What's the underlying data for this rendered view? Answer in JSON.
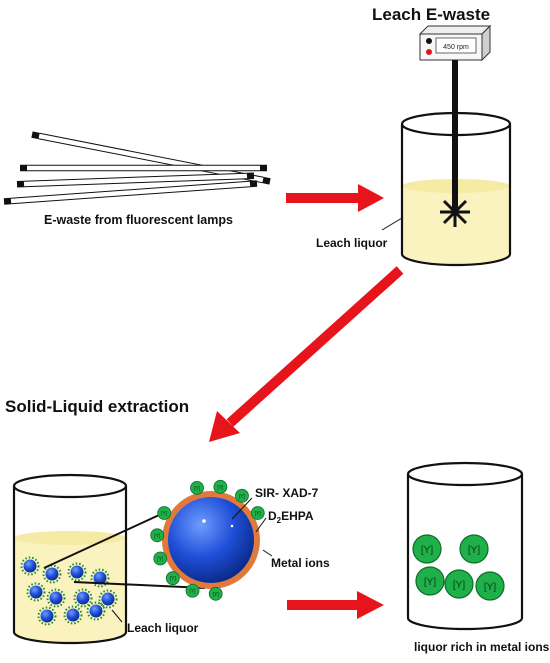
{
  "titles": {
    "leach": "Leach E-waste",
    "solid_liquid": "Solid-Liquid extraction"
  },
  "stirrer": {
    "display": "450 rpm"
  },
  "labels": {
    "ewaste": "E-waste from fluorescent lamps",
    "leach_liquor_top": "Leach liquor",
    "leach_liquor_bottom": "Leach liquor",
    "sir": "SIR- XAD-7",
    "d2ehpa_prefix": "D",
    "d2ehpa_sub": "2",
    "d2ehpa_suffix": "EHPA",
    "metal_ions": "Metal ions",
    "rich_liquor": "liquor rich in metal ions"
  },
  "ion_symbol": "[Y]",
  "colors": {
    "arrow": "#e8141c",
    "liquor": "#fbf3bf",
    "bead": "#1f4fd8",
    "shell": "#e07a3c",
    "ion": "#1fb04a",
    "ion_stroke": "#0b6e2a"
  }
}
